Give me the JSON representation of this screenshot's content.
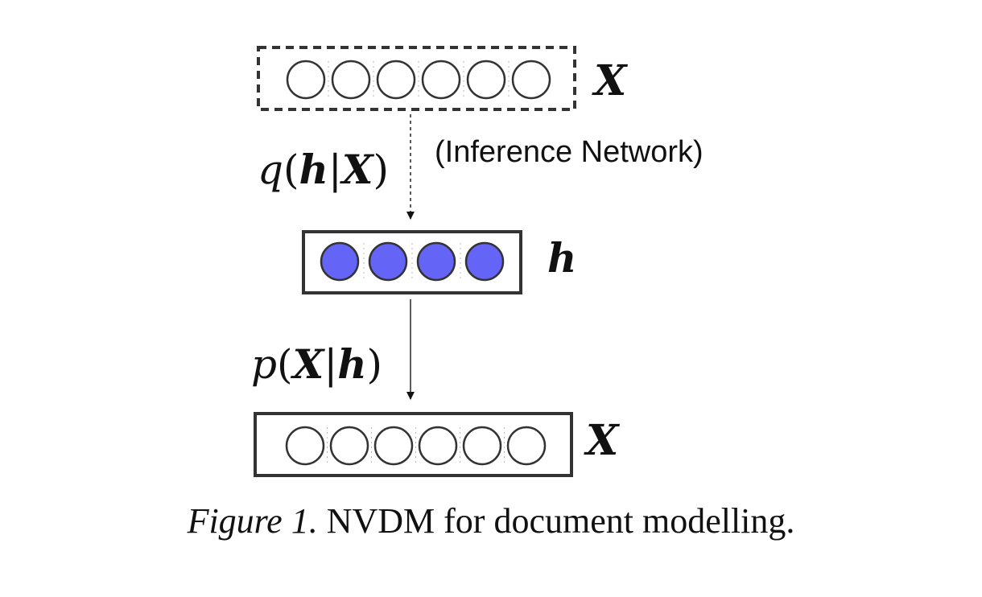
{
  "layers": {
    "input": {
      "label": "X",
      "units": 6,
      "style": "dashed",
      "fill": "#ffffff"
    },
    "hidden": {
      "label": "h",
      "units": 4,
      "style": "solid",
      "fill": "#6464f6"
    },
    "output": {
      "label": "X",
      "units": 6,
      "style": "solid",
      "fill": "#ffffff"
    }
  },
  "edges": {
    "inference": {
      "func": "q",
      "target": "h",
      "given": "X",
      "note": "(Inference Network)",
      "style": "dashed"
    },
    "generative": {
      "func": "p",
      "target": "X",
      "given": "h",
      "style": "solid"
    }
  },
  "caption": {
    "lead": "Figure 1.",
    "text": "NVDM for document modelling."
  }
}
